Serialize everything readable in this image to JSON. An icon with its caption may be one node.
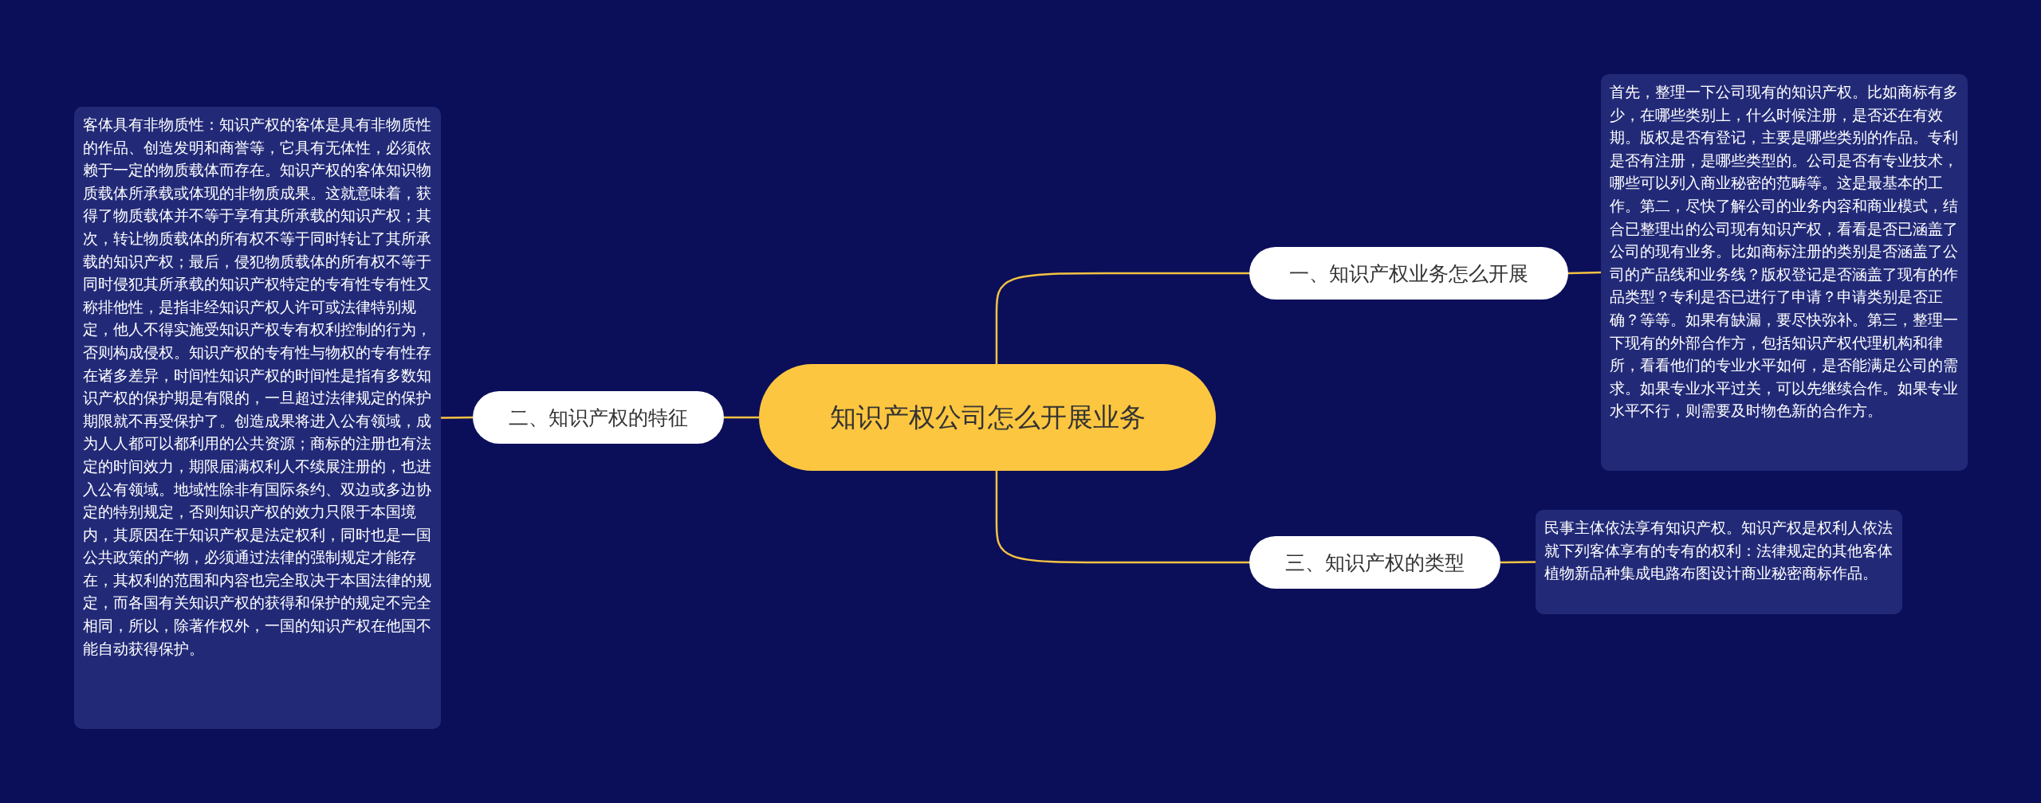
{
  "diagram": {
    "nodes": [
      {
        "text": [
          "知识产权公司怎么开展业务"
        ]
      },
      {
        "text": [
          "一、知识产权业务怎么开展"
        ]
      },
      {
        "text": [
          "首先，整理一下公司现有的知识产权。比如商标有多少，在哪些类别上，什么时候注册，是否还在有效期。版权是否有登记，主要是哪些类别的作品。专利是否有注册，是哪些类型的。公司是否有专业技术，哪些可以列入商业秘密的范畴等。这是最基本的工作。第二，尽快了解公司的业务内容和商业模式，结合已整理出的公司现有知识产权，看看是否已涵盖了公司的现有业务。比如商标注册的类别是否涵盖了公司的产品线和业务线？版权登记是否涵盖了现有的作品类型？专利是否已进行了申请？申请类别是否正确？等等。如果有缺漏，要尽快弥补。第三，整理一下现有的外部合作方，包括知识产权代理机构和律所，看看他们的专业水平如何，是否能满足公司的需求。如果专业水平过关，可以先继续合作。如果专业水平不行，则需要及时物色新的合作方。"
        ]
      },
      {
        "text": [
          "二、知识产权的特征"
        ]
      },
      {
        "text": [
          "客体具有非物质性：知识产权的客体是具有非物质性的作品、创造发明和商誉等，它具有无体性，必须依赖于一定的物质载体而存在。知识产权的客体知识物质载体所承载或体现的非物质成果。这就意味着，获得了物质载体并不等于享有其所承载的知识产权；其次，转让物质载体的所有权不等于同时转让了其所承载的知识产权；最后，侵犯物质载体的所有权不等于同时侵犯其所承载的知识产权特定的专有性专有性又称排他性，是指非经知识产权人许可或法律特别规定，他人不得实施受知识产权专有权利控制的行为，否则构成侵权。知识产权的专有性与物权的专有性存在诸多差异，时间性知识产权的时间性是指有多数知识产权的保护期是有限的，一旦超过法律规定的保护期限就不再受保护了。创造成果将进入公有领域，成为人人都可以都利用的公共资源；商标的注册也有法定的时间效力，期限届满权利人不续展注册的，也进入公有领域。地域性除非有国际条约、双边或多边协定的特别规定，否则知识产权的效力只限于本国境内，其原因在于知识产权是法定权利，同时也是一国公共政策的产物，必须通过法律的强制规定才能存在，其权利的范围和内容也完全取决于本国法律的规定，而各国有关知识产权的获得和保护的规定不完全相同，所以，除著作权外，一国的知识产权在他国不能自动获得保护。"
        ]
      },
      {
        "text": [
          "三、知识产权的类型"
        ]
      },
      {
        "text": [
          "民事主体依法享有知识产权。知识产权是权利人依法就下列客体享有的专有的权利：法律规定的其他客体植物新品种集成电路布图设计商业秘密商标作品。"
        ]
      }
    ],
    "edges": [
      {
        "from": 0,
        "to": 1,
        "arrow": "none"
      },
      {
        "from": 1,
        "to": 2,
        "arrow": "none"
      },
      {
        "from": 0,
        "to": 3,
        "arrow": "none"
      },
      {
        "from": 3,
        "to": 4,
        "arrow": "none"
      },
      {
        "from": 0,
        "to": 5,
        "arrow": "none"
      },
      {
        "from": 5,
        "to": 6,
        "arrow": "none"
      }
    ]
  }
}
